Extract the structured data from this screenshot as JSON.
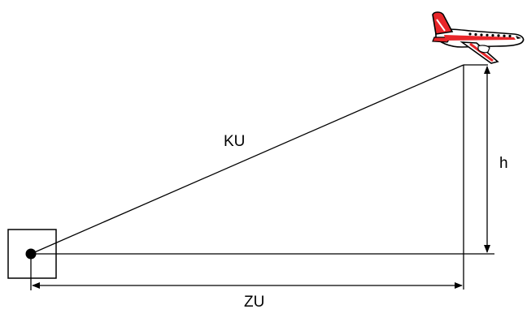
{
  "diagram": {
    "labels": {
      "slant_range": "KU",
      "height": "h",
      "ground_range": "ZU"
    },
    "icons": {
      "observer": "radar-station-icon",
      "target": "airplane-icon"
    },
    "colors": {
      "line": "#000000",
      "aircraft_body": "#ffffff",
      "aircraft_stripe": "#e8262a",
      "aircraft_outline": "#000000"
    }
  }
}
